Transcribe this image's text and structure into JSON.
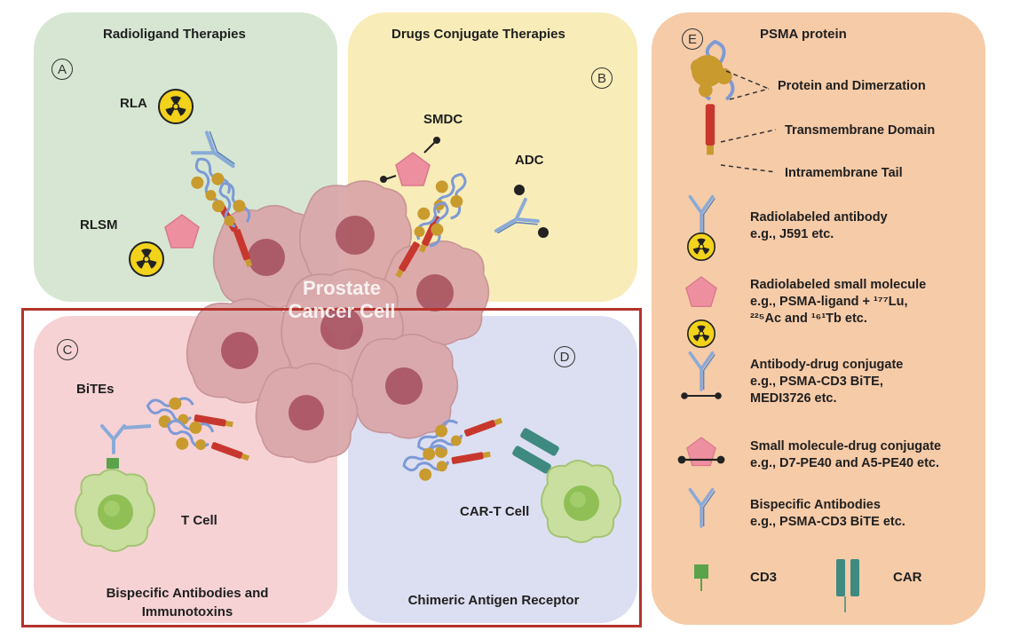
{
  "panels": {
    "a": {
      "letter": "A",
      "title": "Radioligand Therapies",
      "rla": "RLA",
      "rlsm": "RLSM"
    },
    "b": {
      "letter": "B",
      "title": "Drugs Conjugate Therapies",
      "smdc": "SMDC",
      "adc": "ADC"
    },
    "c": {
      "letter": "C",
      "bites": "BiTEs",
      "tcell": "T Cell",
      "title_line1": "Bispecific Antibodies and",
      "title_line2": "Immunotoxins"
    },
    "d": {
      "letter": "D",
      "cart": "CAR-T Cell",
      "title": "Chimeric Antigen Receptor"
    },
    "center": {
      "line1": "Prostate",
      "line2": "Cancer Cell"
    }
  },
  "legend": {
    "letter": "E",
    "title": "PSMA protein",
    "protein_parts": [
      "Protein and Dimerzation",
      "Transmembrane Domain",
      "Intramembrane Tail"
    ],
    "items": [
      {
        "line1": "Radiolabeled antibody",
        "line2": "e.g., J591 etc.",
        "line3": ""
      },
      {
        "line1": "Radiolabeled small molecule",
        "line2": "e.g., PSMA-ligand + ¹⁷⁷Lu,",
        "line3": "²²⁵Ac and ¹⁶¹Tb etc."
      },
      {
        "line1": "Antibody-drug conjugate",
        "line2": "e.g., PSMA-CD3 BiTE,",
        "line3": "MEDI3726 etc."
      },
      {
        "line1": "Small molecule-drug conjugate",
        "line2": "e.g., D7-PE40 and A5-PE40  etc.",
        "line3": ""
      },
      {
        "line1": "Bispecific Antibodies",
        "line2": "e.g., PSMA-CD3 BiTE etc.",
        "line3": ""
      }
    ],
    "cd3": "CD3",
    "car": "CAR"
  },
  "colors": {
    "panel_a": "#d6e6d2",
    "panel_b": "#f8ecb8",
    "panel_c": "#f6d2d4",
    "panel_d": "#dcdff1",
    "panel_e": "#f6cba8",
    "frame": "#b4332b",
    "gold": "#c99a2e",
    "antibody": "#8aaad8",
    "pentagon": "#ee8fa0",
    "tm_red": "#c8372d",
    "cell": "#d9a5a8",
    "nucleus": "#a8505f",
    "tcell": "#c9dfa0",
    "cd3": "#5aa34a",
    "car": "#3f8a80"
  }
}
